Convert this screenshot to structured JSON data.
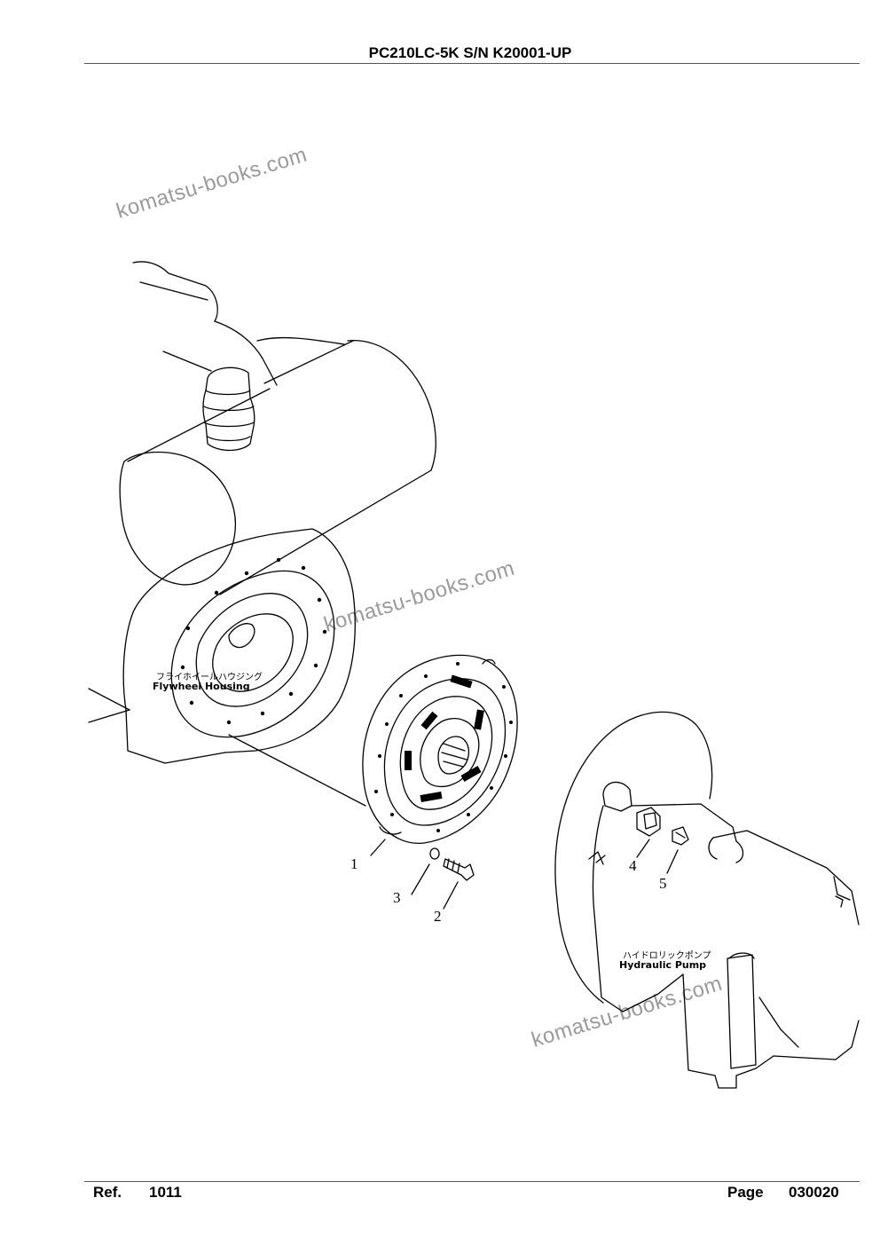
{
  "header": {
    "title": "PC210LC-5K S/N K20001-UP"
  },
  "watermarks": [
    "komatsu-books.com",
    "komatsu-books.com",
    "komatsu-books.com"
  ],
  "diagram": {
    "labels": {
      "flywheel_housing_jp": "フライホイールハウジング",
      "flywheel_housing_en": "Flywheel Housing",
      "hydraulic_pump_jp": "ハイドロリックポンプ",
      "hydraulic_pump_en": "Hydraulic Pump"
    },
    "callouts": [
      "1",
      "2",
      "3",
      "4",
      "5"
    ]
  },
  "footer": {
    "ref_label": "Ref.",
    "ref_value": "1011",
    "page_label": "Page",
    "page_value": "030020"
  }
}
